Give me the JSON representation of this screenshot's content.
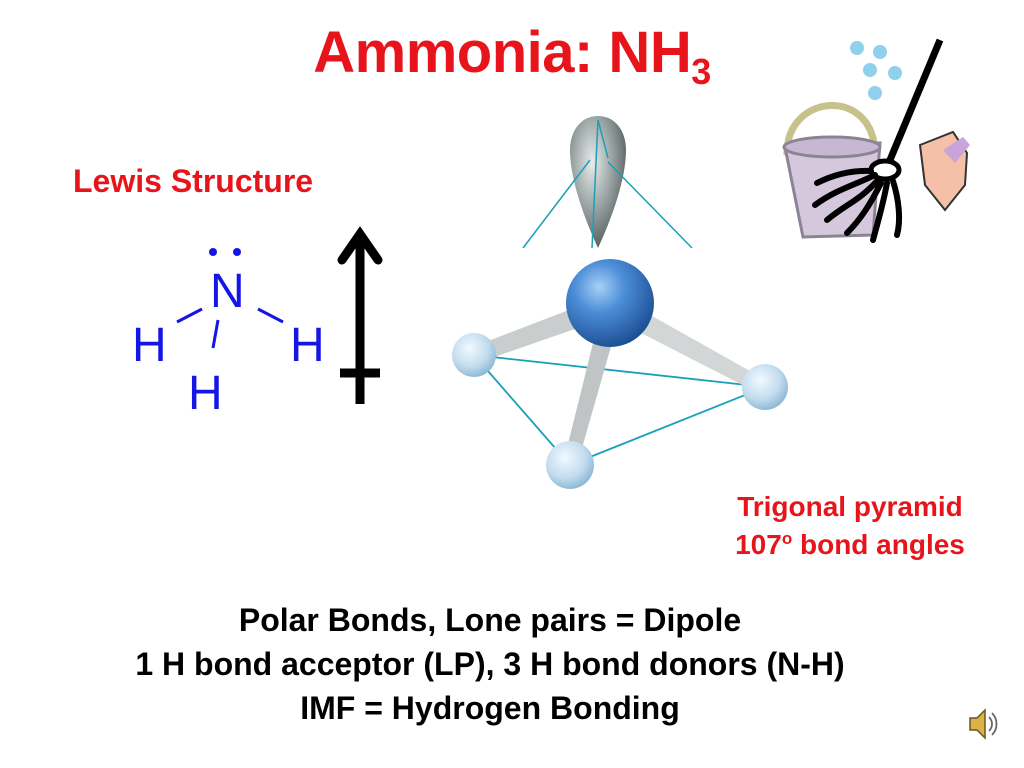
{
  "slide": {
    "title_main": "Ammonia:  NH",
    "title_subscript": "3",
    "lewis_label": "Lewis Structure",
    "lewis": {
      "center_atom": "N",
      "left_atom": "H",
      "right_atom": "H",
      "bottom_atom": "H"
    },
    "shape_line1": "Trigonal pyramid",
    "shape_line2_number": "107",
    "shape_line2_superscript": "o",
    "shape_line2_rest": " bond angles",
    "summary_line1": "Polar Bonds, Lone pairs = Dipole",
    "summary_line2": "1 H bond acceptor (LP), 3 H bond donors (N-H)",
    "summary_line3": "IMF = Hydrogen Bonding"
  },
  "icons": {
    "dipole": "dipole-arrow-icon",
    "molecule": "ammonia-3d-model",
    "clipart": "cleaning-bucket-mop-clipart",
    "audio": "speaker-icon"
  },
  "colors": {
    "title_red": "#e8141b",
    "lewis_blue": "#1515e6",
    "nitrogen_blue": "#3a78c8",
    "hydrogen_blue": "#b8d8ec",
    "edge_teal": "#1aa0b8"
  }
}
